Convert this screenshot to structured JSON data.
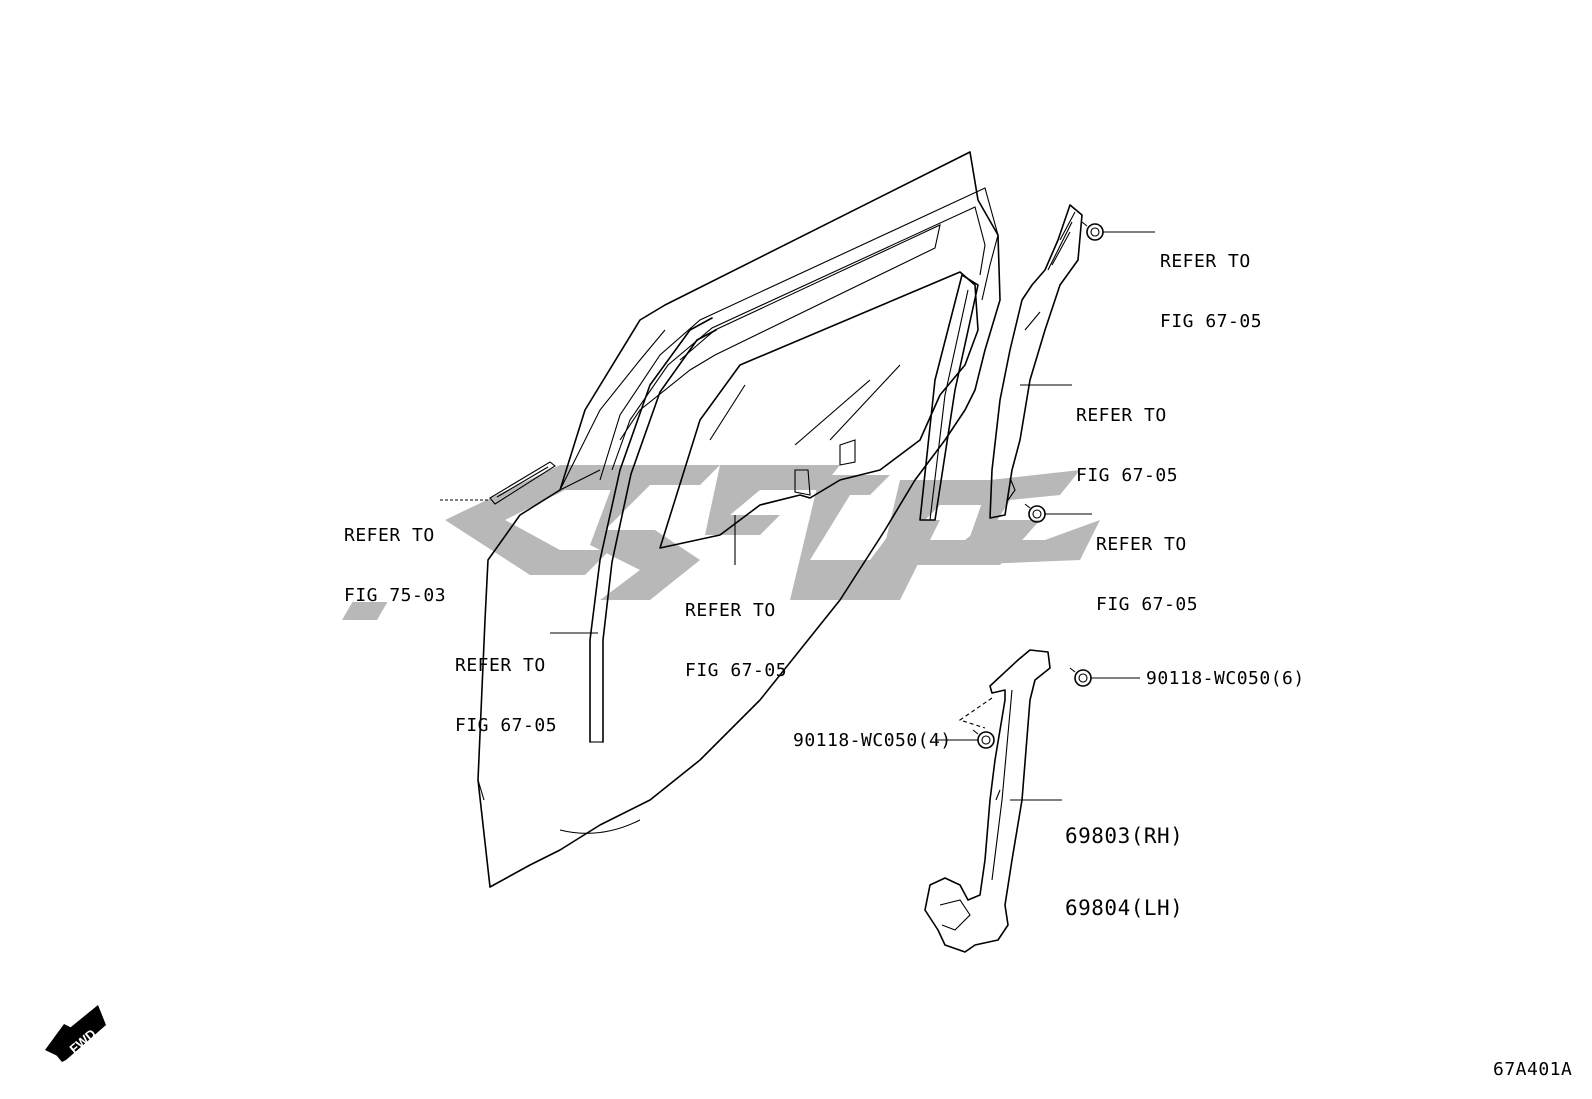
{
  "watermark": {
    "text": "GTGC",
    "color": "#b8b8b8"
  },
  "callouts": {
    "upper_bolt": {
      "line1": "REFER TO",
      "line2": "FIG 67-05"
    },
    "rear_channel": {
      "line1": "REFER TO",
      "line2": "FIG 67-05"
    },
    "lower_bolt": {
      "line1": "REFER TO",
      "line2": "FIG 67-05"
    },
    "belt_molding": {
      "line1": "REFER TO",
      "line2": "FIG 75-03"
    },
    "glass": {
      "line1": "REFER TO",
      "line2": "FIG 67-05"
    },
    "front_channel": {
      "line1": "REFER TO",
      "line2": "FIG 67-05"
    },
    "regulator_bolt_upper": "90118-WC050(6)",
    "regulator_bolt_lower": "90118-WC050(4)",
    "regulator_rh": "69803(RH)",
    "regulator_lh": "69804(LH)"
  },
  "fwd_badge": "FWD",
  "figure_code": "67A401A",
  "icons": [
    "door-panel-icon",
    "glass-icon",
    "regulator-icon",
    "bolt-icon",
    "fwd-arrow-icon"
  ]
}
